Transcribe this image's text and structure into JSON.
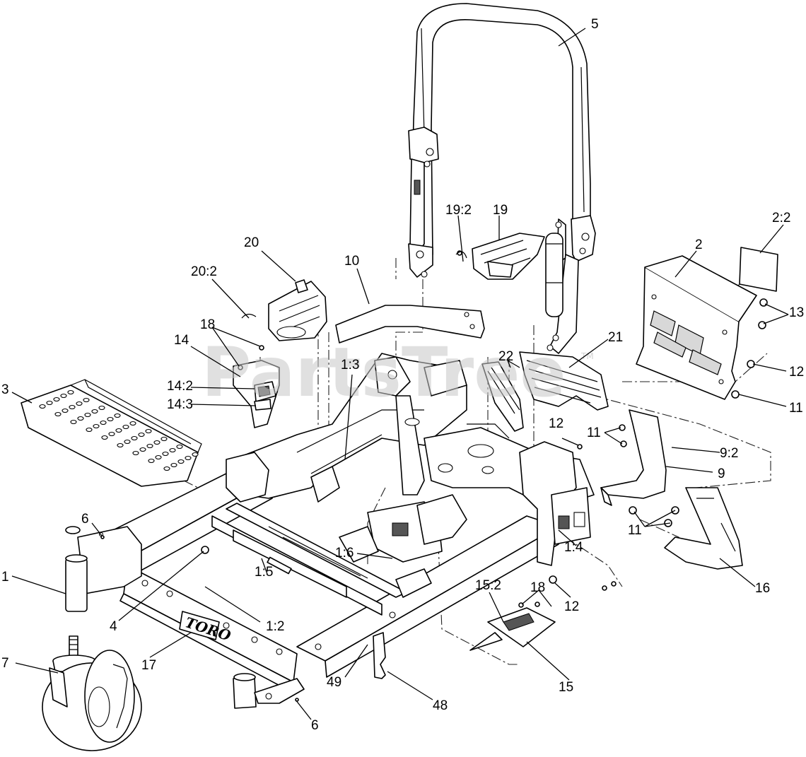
{
  "watermark": {
    "text": "PartsTree",
    "tm": "TM"
  },
  "brand_label": "TORO",
  "callouts": [
    {
      "text": "5"
    },
    {
      "text": "19:2"
    },
    {
      "text": "19"
    },
    {
      "text": "2:2"
    },
    {
      "text": "2"
    },
    {
      "text": "20"
    },
    {
      "text": "20:2"
    },
    {
      "text": "10"
    },
    {
      "text": "18"
    },
    {
      "text": "14"
    },
    {
      "text": "13"
    },
    {
      "text": "21"
    },
    {
      "text": "12"
    },
    {
      "text": "11"
    },
    {
      "text": "1:3"
    },
    {
      "text": "22"
    },
    {
      "text": "3"
    },
    {
      "text": "14:2"
    },
    {
      "text": "14:3"
    },
    {
      "text": "12"
    },
    {
      "text": "11"
    },
    {
      "text": "9:2"
    },
    {
      "text": "9"
    },
    {
      "text": "6"
    },
    {
      "text": "11"
    },
    {
      "text": "1:6"
    },
    {
      "text": "1:4"
    },
    {
      "text": "1"
    },
    {
      "text": "1:5"
    },
    {
      "text": "16"
    },
    {
      "text": "18"
    },
    {
      "text": "15:2"
    },
    {
      "text": "12"
    },
    {
      "text": "1:2"
    },
    {
      "text": "4"
    },
    {
      "text": "17"
    },
    {
      "text": "7"
    },
    {
      "text": "49"
    },
    {
      "text": "15"
    },
    {
      "text": "48"
    },
    {
      "text": "6"
    }
  ]
}
